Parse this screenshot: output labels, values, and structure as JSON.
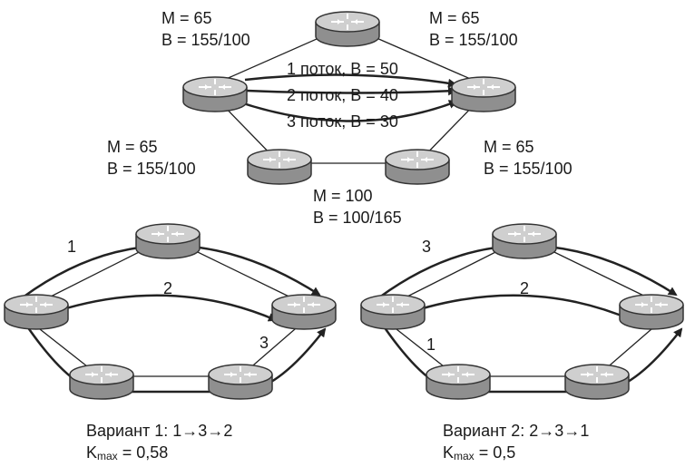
{
  "top_diagram": {
    "links": {
      "upper_left": {
        "metric": "M = 65",
        "bandwidth": "B = 155/100"
      },
      "upper_right": {
        "metric": "M = 65",
        "bandwidth": "B = 155/100"
      },
      "lower_left": {
        "metric": "M = 65",
        "bandwidth": "B = 155/100"
      },
      "lower_right": {
        "metric": "M = 65",
        "bandwidth": "B = 155/100"
      },
      "bottom": {
        "metric": "M = 100",
        "bandwidth": "B = 100/165"
      }
    },
    "flows": [
      "1 поток, B = 50",
      "2 поток, B = 40",
      "3 поток, B = 30"
    ]
  },
  "variant_1": {
    "path_labels": [
      "1",
      "2",
      "3"
    ],
    "caption": "Вариант 1: 1→3→2",
    "k_prefix": "K",
    "k_sub": "max",
    "k_value": "= 0,58"
  },
  "variant_2": {
    "path_labels": [
      "3",
      "2",
      "1"
    ],
    "caption": "Вариант 2: 2→3→1",
    "k_prefix": "K",
    "k_sub": "max",
    "k_value": "= 0,5"
  },
  "colors": {
    "router_top": "#cfcfcf",
    "router_side": "#8f8f8f",
    "line": "#222222"
  },
  "icons": [
    "router-icon"
  ]
}
